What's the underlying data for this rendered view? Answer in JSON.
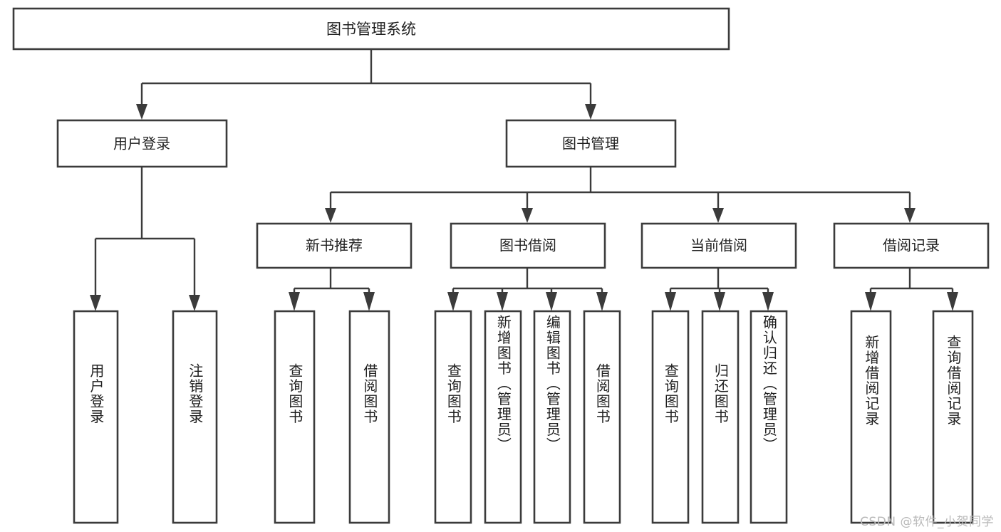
{
  "diagram": {
    "type": "tree-hierarchy-flowchart",
    "orientation": "top-down",
    "title": "图书管理系统",
    "watermark": "CSDN @软件_小贺同学",
    "colors": {
      "box_stroke": "#3b3b3b",
      "box_fill": "#ffffff",
      "text": "#1f1f1f",
      "background": "#ffffff",
      "watermark": "#b9b9b9"
    },
    "levels": {
      "root": {
        "label": "图书管理系统"
      },
      "level2": [
        {
          "label": "用户登录"
        },
        {
          "label": "图书管理"
        }
      ],
      "level3": [
        {
          "label": "新书推荐"
        },
        {
          "label": "图书借阅"
        },
        {
          "label": "当前借阅"
        },
        {
          "label": "借阅记录"
        }
      ]
    },
    "leaves": {
      "user_login": [
        {
          "label": "用户登录"
        },
        {
          "label": "注销登录"
        }
      ],
      "new_book_recommend": [
        {
          "label": "查询图书"
        },
        {
          "label": "借阅图书"
        }
      ],
      "book_borrow": [
        {
          "label": "查询图书"
        },
        {
          "label": "新增图书（管理员）"
        },
        {
          "label": "编辑图书（管理员）"
        },
        {
          "label": "借阅图书"
        }
      ],
      "current_borrow": [
        {
          "label": "查询图书"
        },
        {
          "label": "归还图书"
        },
        {
          "label": "确认归还（管理员）"
        }
      ],
      "borrow_record": [
        {
          "label": "新增借阅记录"
        },
        {
          "label": "查询借阅记录"
        }
      ]
    }
  }
}
